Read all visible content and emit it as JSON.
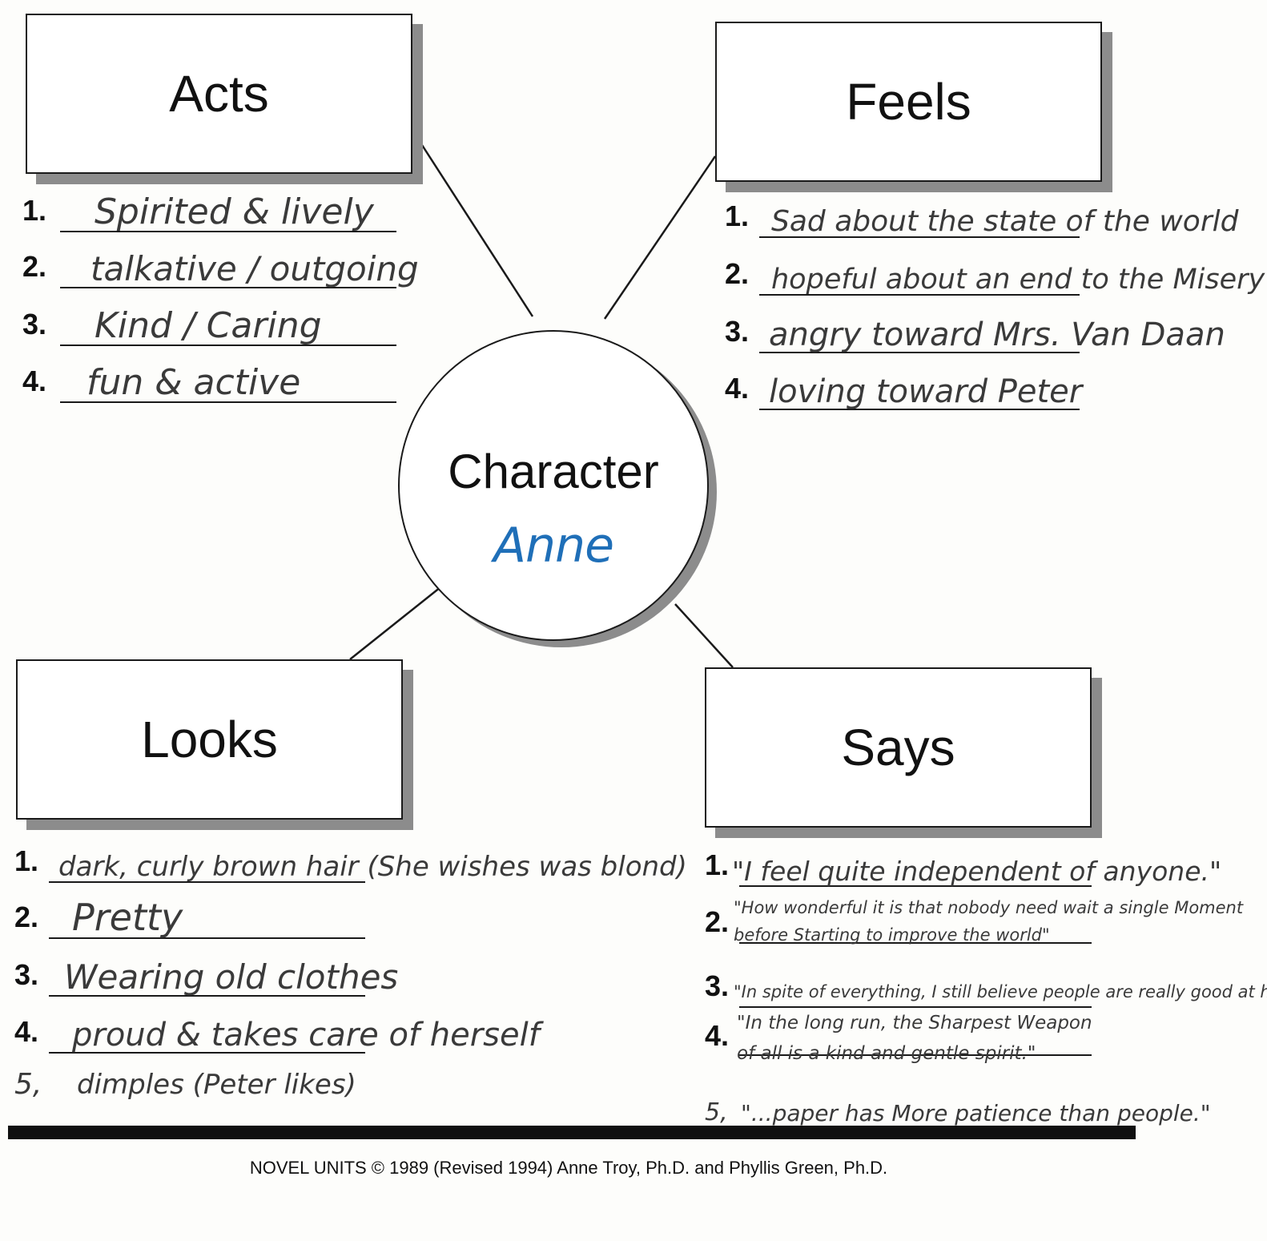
{
  "boxes": {
    "acts": "Acts",
    "feels": "Feels",
    "looks": "Looks",
    "says": "Says"
  },
  "center": {
    "label": "Character",
    "name": "Anne"
  },
  "acts": {
    "nums": [
      "1.",
      "2.",
      "3.",
      "4."
    ],
    "items": [
      "Spirited & lively",
      "talkative / outgoing",
      "Kind / Caring",
      "fun & active"
    ]
  },
  "feels": {
    "nums": [
      "1.",
      "2.",
      "3.",
      "4."
    ],
    "items": [
      "Sad about the state of the world",
      "hopeful about an end to the Misery",
      "angry toward Mrs. Van Daan",
      "loving toward Peter"
    ]
  },
  "looks": {
    "nums": [
      "1.",
      "2.",
      "3.",
      "4.",
      "5,"
    ],
    "items": [
      "dark, curly brown hair (She wishes was blond)",
      "Pretty",
      "Wearing old clothes",
      "proud & takes care of herself",
      "dimples (Peter likes)"
    ]
  },
  "says": {
    "nums": [
      "1.",
      "2.",
      "3.",
      "4.",
      "5,"
    ],
    "items": [
      "\"I feel quite independent of anyone.\"",
      "\"How wonderful it is that nobody need wait a single Moment before Starting to improve the world\"",
      "\"In spite of everything, I still believe people are really good at heart.\"",
      "\"In the long run, the Sharpest Weapon of all is a kind and gentle spirit.\"",
      "\"...paper has More patience than people.\""
    ]
  },
  "footer": {
    "copyright": "NOVEL UNITS © 1989 (Revised 1994) Anne Troy, Ph.D. and Phyllis Green, Ph.D."
  }
}
